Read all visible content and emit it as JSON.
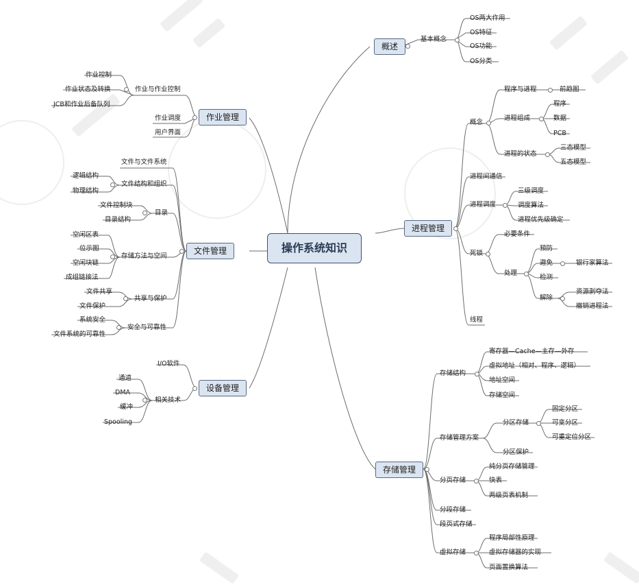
{
  "root": "操作系统知识",
  "overview": {
    "label": "概述",
    "basic": "基本概念",
    "items": [
      "OS两大作用",
      "OS特征",
      "OS功能",
      "OS分类"
    ]
  },
  "job": {
    "label": "作业管理",
    "control": "作业与作业控制",
    "control_items": [
      "作业控制",
      "作业状态及转换",
      "JCB和作业后备队列"
    ],
    "schedule": "作业调度",
    "ui": "用户界面"
  },
  "file": {
    "label": "文件管理",
    "fs": "文件与文件系统",
    "struct": "文件结构和组织",
    "struct_items": [
      "逻辑结构",
      "物理结构"
    ],
    "dir": "目录",
    "dir_items": [
      "文件控制块",
      "目录结构"
    ],
    "storage": "存储方法与空间",
    "storage_items": [
      "空闲区表",
      "位示图",
      "空闲块链",
      "成组链接法"
    ],
    "share": "共享与保护",
    "share_items": [
      "文件共享",
      "文件保护"
    ],
    "security": "安全与可靠性",
    "security_items": [
      "系统安全",
      "文件系统的可靠性"
    ]
  },
  "device": {
    "label": "设备管理",
    "io": "I/O软件",
    "tech": "相关技术",
    "tech_items": [
      "通道",
      "DMA",
      "缓冲",
      "Spooling"
    ]
  },
  "process": {
    "label": "进程管理",
    "concept": "概念",
    "proc": "程序与进程",
    "precedence": "前趋图",
    "comp": "进程组成",
    "comp_items": [
      "程序",
      "数据",
      "PCB"
    ],
    "state": "进程的状态",
    "state_items": [
      "三态模型",
      "五态模型"
    ],
    "ipc": "进程间通信",
    "sched": "进程调度",
    "sched_items": [
      "三级调度",
      "调度算法",
      "进程优先级确定"
    ],
    "deadlock": "死锁",
    "cond": "必要条件",
    "handle": "处理",
    "prevent": "预防",
    "avoid": "避免",
    "banker": "银行家算法",
    "detect": "检测",
    "release": "解除",
    "release_items": [
      "资源剥夺法",
      "撤销进程法"
    ],
    "thread": "线程"
  },
  "memory": {
    "label": "存储管理",
    "struct": "存储结构",
    "struct_items": [
      "寄存器—Cache—主存—外存",
      "虚拟地址（相对、程序、逻辑）",
      "地址空间",
      "存储空间"
    ],
    "scheme": "存储管理方案",
    "partition": "分区存储",
    "partition_items": [
      "固定分区",
      "可变分区",
      "可重定位分区"
    ],
    "protect": "分区保护",
    "paging": "分页存储",
    "paging_items": [
      "纯分页存储管理",
      "快表",
      "两级页表机制"
    ],
    "seg": "分段存储",
    "segpage": "段页式存储",
    "virtual": "虚拟存储",
    "virtual_items": [
      "程序局部性原理",
      "虚拟存储器的实现",
      "页面置换算法"
    ]
  },
  "colors": {
    "node_fill": "#dbe5f1",
    "node_border": "#58677f",
    "line": "#6b6b6b",
    "text": "#222222"
  }
}
